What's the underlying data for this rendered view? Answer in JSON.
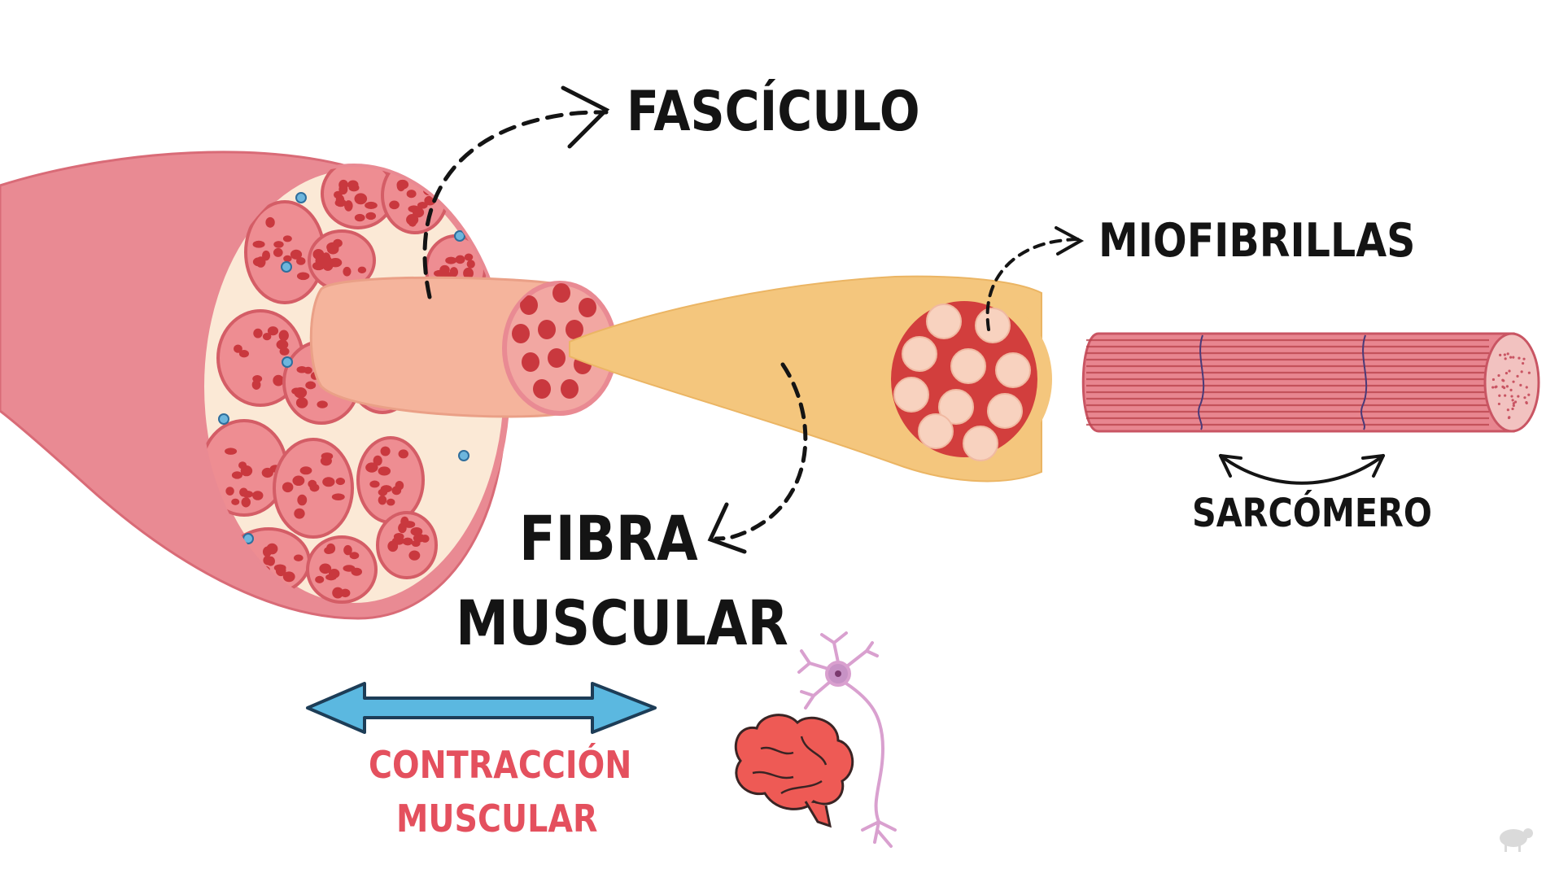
{
  "labels": {
    "fasciculo": "FASCÍCULO",
    "miofibrillas": "MIOFIBRILLAS",
    "sarcomero": "SARCÓMERO",
    "fibra_muscular_line1": "FIBRA",
    "fibra_muscular_line2": "MUSCULAR",
    "contraccion_line1": "CONTRACCIÓN",
    "contraccion_line2": "MUSCULAR"
  },
  "colors": {
    "muscle_outer": "#e98a93",
    "muscle_edge": "#d96b77",
    "cross_section_bg": "#fbe9d6",
    "fascicle_fill": "#ee8d92",
    "fascicle_spots": "#c9383e",
    "fiber_tube": "#f5b49c",
    "fiber_section_bg": "#f2a7a2",
    "myofibril_tube": "#f4c67d",
    "myofibril_section": "#d23e3d",
    "myofibril_circles": "#f8d2bf",
    "sarcomere_body": "#e88690",
    "sarcomere_lines": "#b8414a",
    "double_arrow": "#5bb8e0",
    "accent_red": "#e4505e",
    "text_dark": "#141414",
    "brain": "#ee5a55",
    "neuron": "#d9a0cf"
  },
  "icons": [
    "muscle-illustration",
    "brain-icon",
    "neuron-icon",
    "double-arrow-icon",
    "sheep-watermark-icon"
  ]
}
